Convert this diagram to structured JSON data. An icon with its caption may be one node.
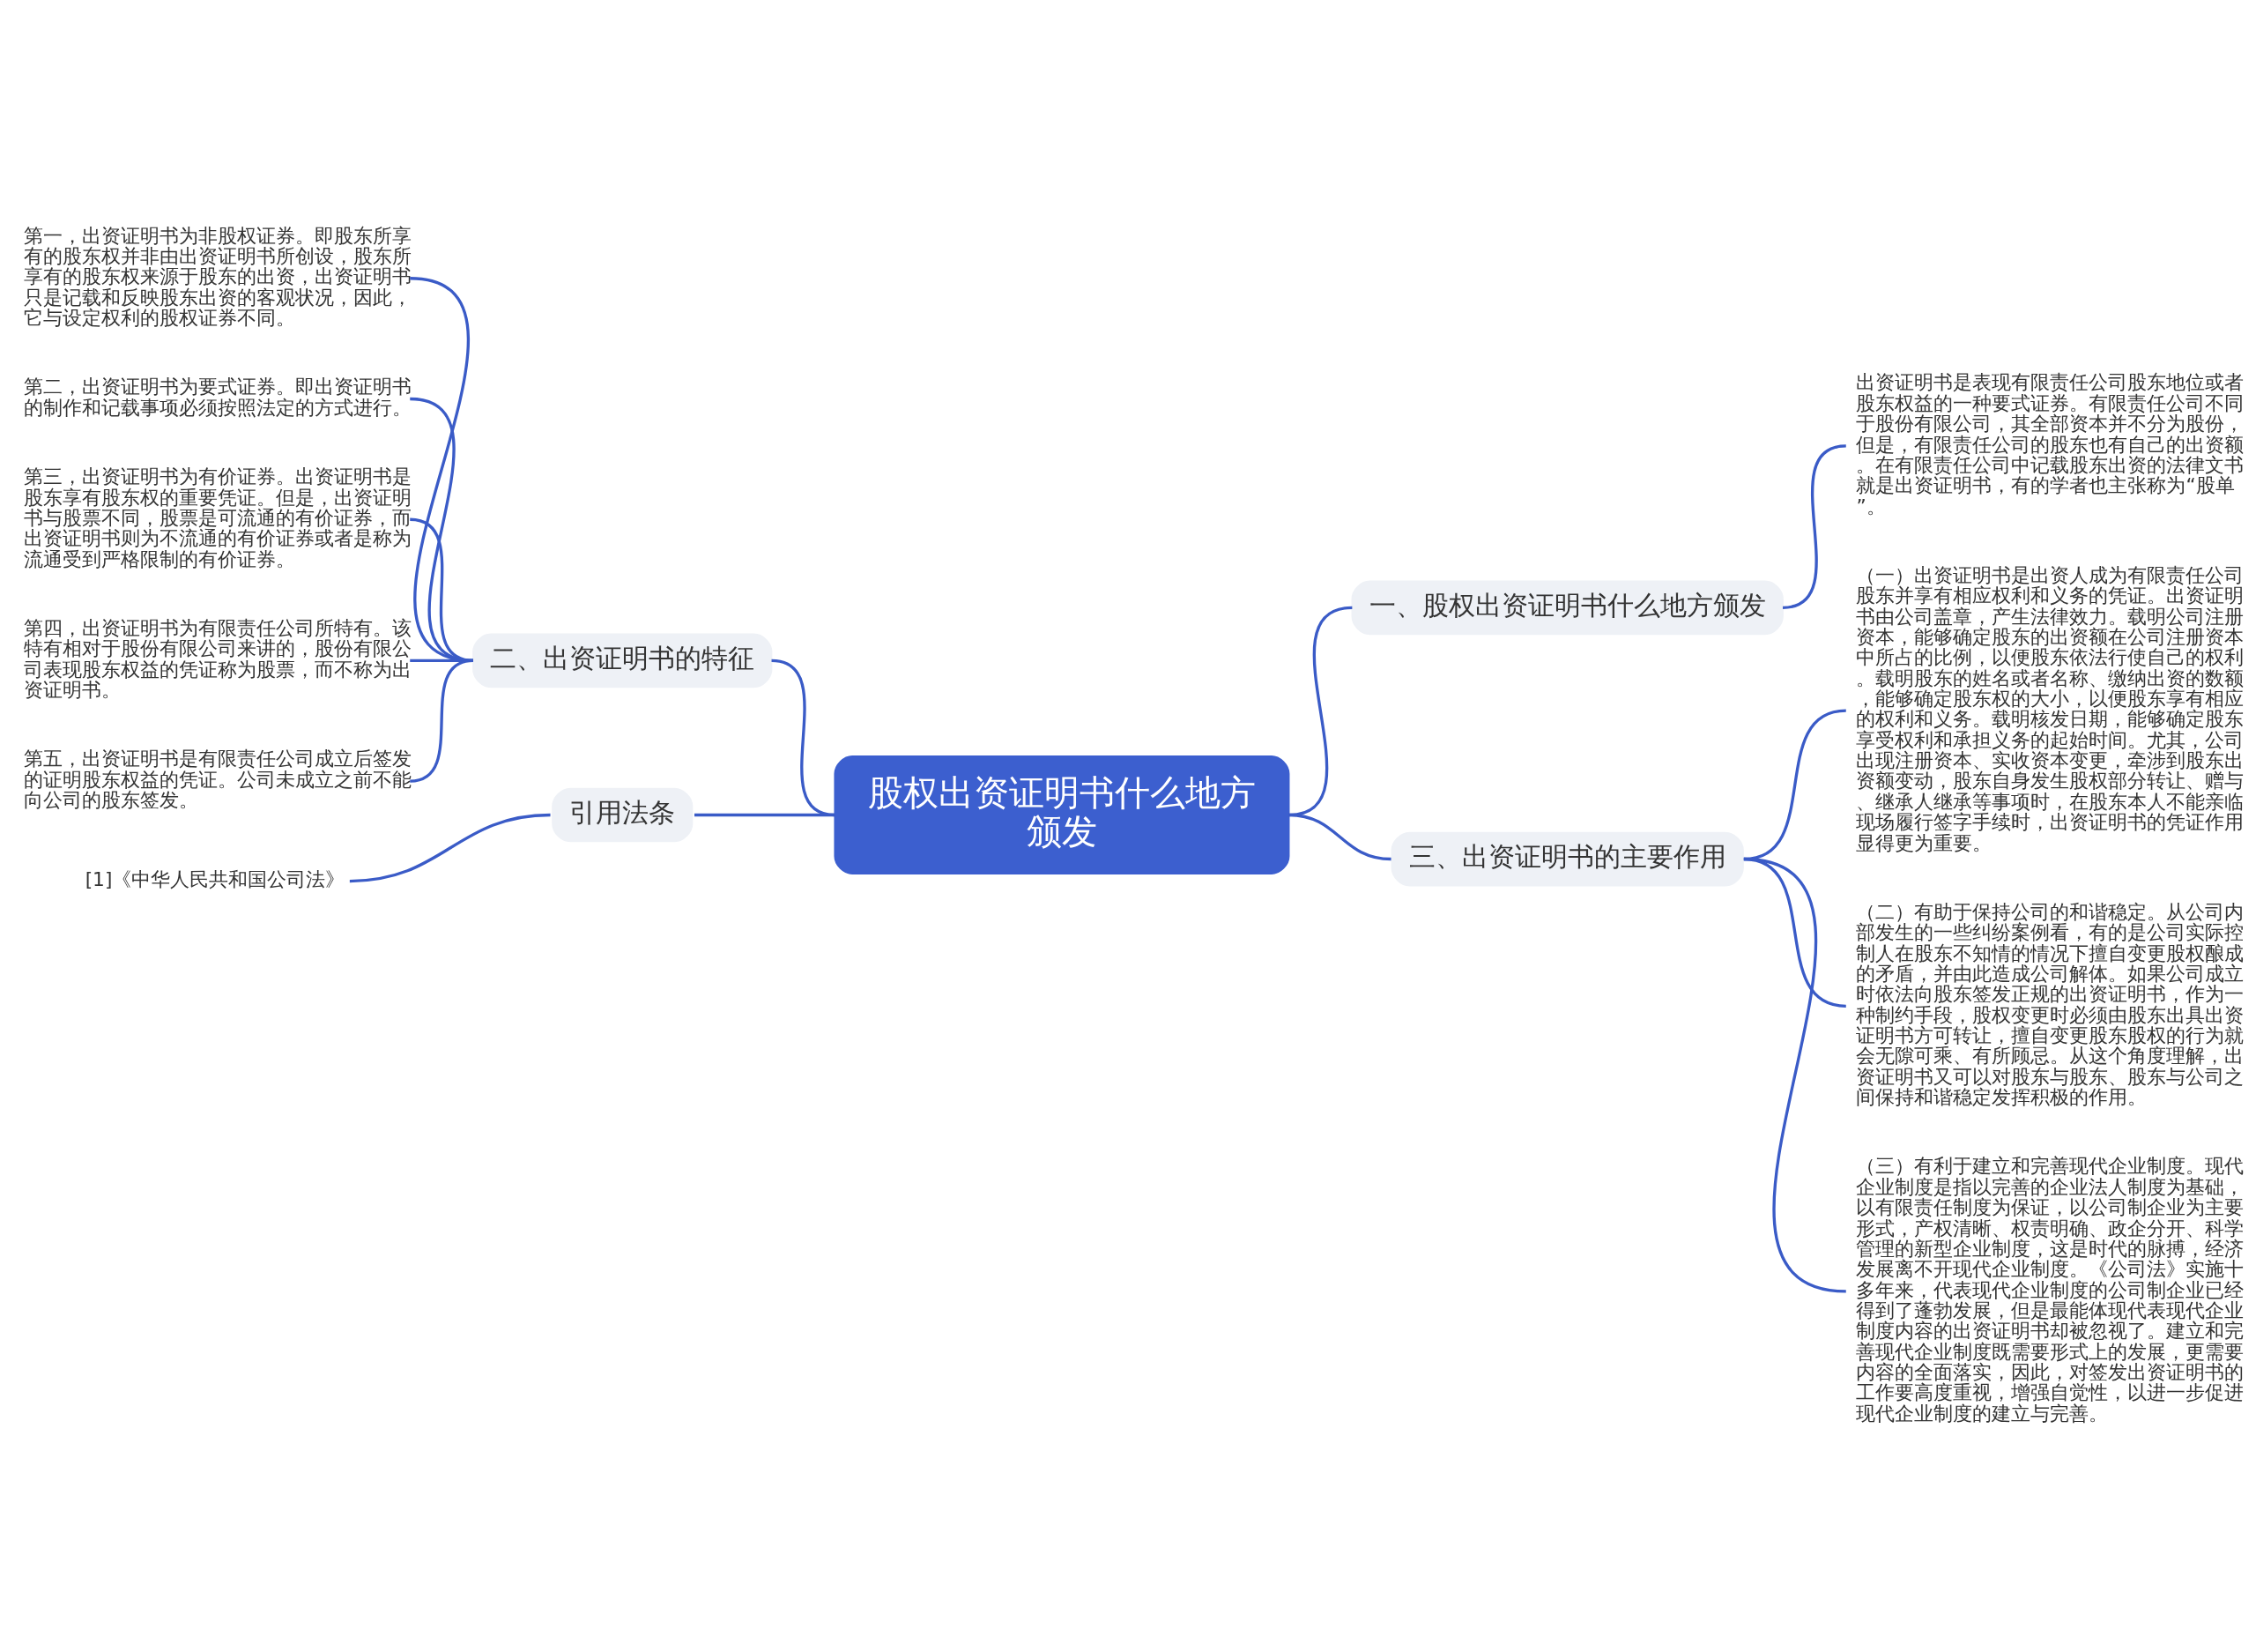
{
  "diagram": {
    "nodes": [
      {
        "text": [
          "股权出资证明书什么地方颁发"
        ]
      },
      {
        "text": [
          "一、股权出资证明书什么地方颁发"
        ]
      },
      {
        "text": [
          "出资证明书是表现有限责任公司股东地位或者股东权益的一种要式证券。有限责任公司不同于股份有限公司，其全部资本并不分为股份，但是，有限责任公司的股东也有自己的出资额。在有限责任公司中记载股东出资的法律文书就是出资证明书，有的学者也主张称为“股单”。"
        ]
      },
      {
        "text": [
          "二、出资证明书的特征"
        ]
      },
      {
        "text": [
          "第一，出资证明书为非股权证券。即股东所享有的股东权并非由出资证明书所创设，股东所享有的股东权来源于股东的出资，出资证明书只是记载和反映股东出资的客观状况，因此，它与设定权利的股权证券不同。"
        ]
      },
      {
        "text": [
          "第二，出资证明书为要式证券。即出资证明书的制作和记载事项必须按照法定的方式进行。"
        ]
      },
      {
        "text": [
          "第三，出资证明书为有价证券。出资证明书是股东享有股东权的重要凭证。但是，出资证明书与股票不同，股票是可流通的有价证券，而出资证明书则为不流通的有价证券或者是称为流通受到严格限制的有价证券。"
        ]
      },
      {
        "text": [
          "第四，出资证明书为有限责任公司所特有。该特有相对于股份有限公司来讲的，股份有限公司表现股东权益的凭证称为股票，而不称为出资证明书。"
        ]
      },
      {
        "text": [
          "第五，出资证明书是有限责任公司成立后签发的证明股东权益的凭证。公司未成立之前不能向公司的股东签发。"
        ]
      },
      {
        "text": [
          "引用法条"
        ]
      },
      {
        "text": [
          "[1]《中华人民共和国公司法》"
        ]
      },
      {
        "text": [
          "三、出资证明书的主要作用"
        ]
      },
      {
        "text": [
          "（一）出资证明书是出资人成为有限责任公司股东并享有相应权利和义务的凭证。出资证明书由公司盖章，产生法律效力。载明公司注册资本，能够确定股东的出资额在公司注册资本中所占的比例，以便股东依法行使自己的权利。载明股东的姓名或者名称、缴纳出资的数额，能够确定股东权的大小，以便股东享有相应的权利和义务。载明核发日期，能够确定股东享受权利和承担义务的起始时间。尤其，公司出现注册资本、实收资本变更，牵涉到股东出资额变动，股东自身发生股权部分转让、赠与、继承人继承等事项时，在股东本人不能亲临现场履行签字手续时，出资证明书的凭证作用显得更为重要。"
        ]
      },
      {
        "text": [
          "（二）有助于保持公司的和谐稳定。从公司内部发生的一些纠纷案例看，有的是公司实际控制人在股东不知情的情况下擅自变更股权酿成的矛盾，并由此造成公司解体。如果公司成立时依法向股东签发正规的出资证明书，作为一种制约手段，股权变更时必须由股东出具出资证明书方可转让，擅自变更股东股权的行为就会无隙可乘、有所顾忌。从这个角度理解，出资证明书又可以对股东与股东、股东与公司之间保持和谐稳定发挥积极的作用。"
        ]
      },
      {
        "text": [
          "（三）有利于建立和完善现代企业制度。现代企业制度是指以完善的企业法人制度为基础，以有限责任制度为保证，以公司制企业为主要形式，产权清晰、权责明确、政企分开、科学管理的新型企业制度，这是时代的脉搏，经济发展离不开现代企业制度。《公司法》实施十多年来，代表现代企业制度的公司制企业已经得到了蓬勃发展，但是最能体现代表现代企业制度内容的出资证明书却被忽视了。建立和完善现代企业制度既需要形式上的发展，更需要内容的全面落实，因此，对签发出资证明书的工作要高度重视，增强自觉性，以进一步促进现代企业制度的建立与完善。"
        ]
      }
    ],
    "edges": [
      {
        "from": 0,
        "to": 1,
        "arrow": "none"
      },
      {
        "from": 1,
        "to": 2,
        "arrow": "none"
      },
      {
        "from": 0,
        "to": 3,
        "arrow": "none"
      },
      {
        "from": 3,
        "to": 4,
        "arrow": "none"
      },
      {
        "from": 3,
        "to": 5,
        "arrow": "none"
      },
      {
        "from": 3,
        "to": 6,
        "arrow": "none"
      },
      {
        "from": 3,
        "to": 7,
        "arrow": "none"
      },
      {
        "from": 3,
        "to": 8,
        "arrow": "none"
      },
      {
        "from": 0,
        "to": 9,
        "arrow": "none"
      },
      {
        "from": 9,
        "to": 10,
        "arrow": "none"
      },
      {
        "from": 0,
        "to": 11,
        "arrow": "none"
      },
      {
        "from": 11,
        "to": 12,
        "arrow": "none"
      },
      {
        "from": 11,
        "to": 13,
        "arrow": "none"
      },
      {
        "from": 11,
        "to": 14,
        "arrow": "none"
      }
    ]
  }
}
